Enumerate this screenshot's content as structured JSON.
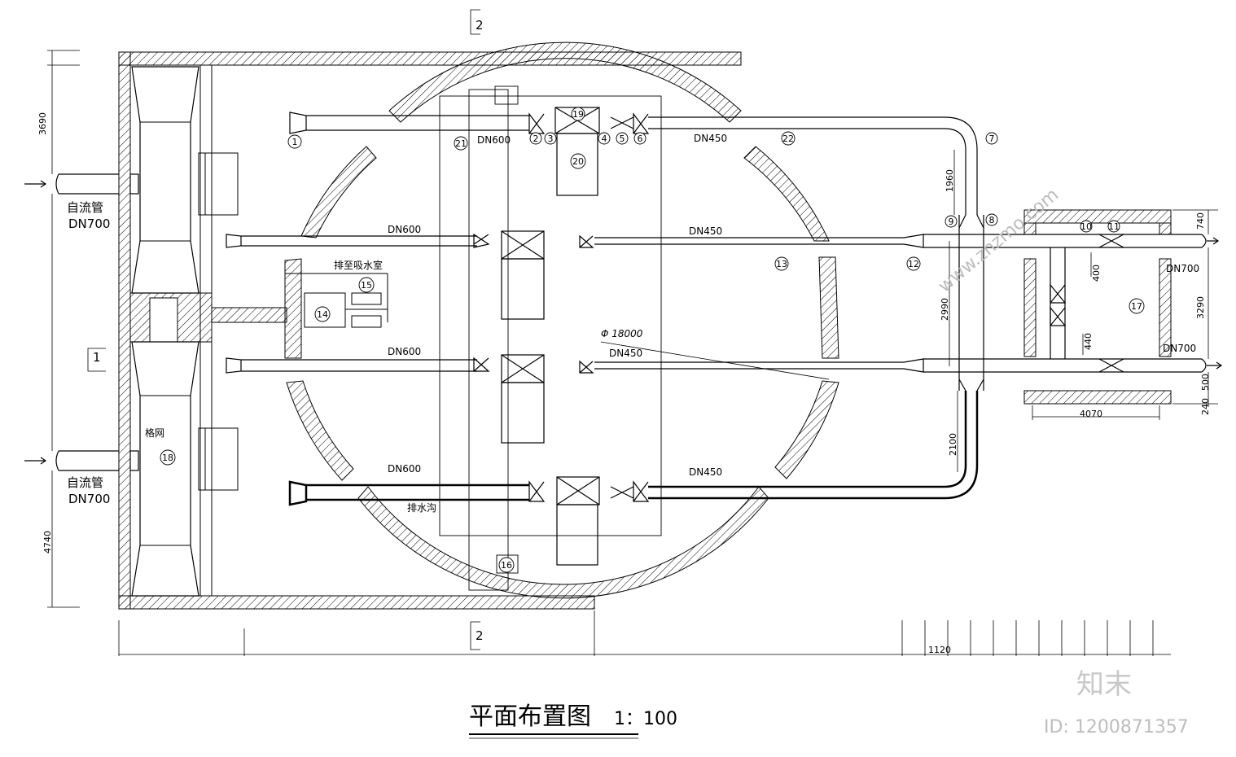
{
  "title": "平面布置图",
  "scale": "1：100",
  "section_marks": {
    "top": "2",
    "bottom": "2",
    "left": "1"
  },
  "labels": {
    "inlet_pipe": "自流管",
    "inlet_dn": "DN700",
    "screen": "格网",
    "drain_to": "排至吸水室",
    "drain_ditch": "排水沟",
    "diameter": "Φ 18000"
  },
  "pipe_sizes": {
    "dn600": "DN600",
    "dn450": "DN450",
    "dn700": "DN700"
  },
  "callouts": [
    "1",
    "2",
    "3",
    "4",
    "5",
    "6",
    "7",
    "8",
    "9",
    "10",
    "11",
    "12",
    "13",
    "14",
    "15",
    "16",
    "17",
    "18",
    "19",
    "20",
    "21",
    "22"
  ],
  "dimensions": {
    "d3690": "3690",
    "d4740": "4740",
    "d1960": "1960",
    "d2990": "2990",
    "d2100": "2100",
    "d740": "740",
    "d400": "400",
    "d3290": "3290",
    "d440": "440",
    "d500": "500",
    "d240": "240",
    "d4070": "4070",
    "d1120": "1120"
  },
  "watermark": {
    "brand": "知末",
    "id": "ID: 1200871357",
    "site": "www.znzmo.com"
  }
}
